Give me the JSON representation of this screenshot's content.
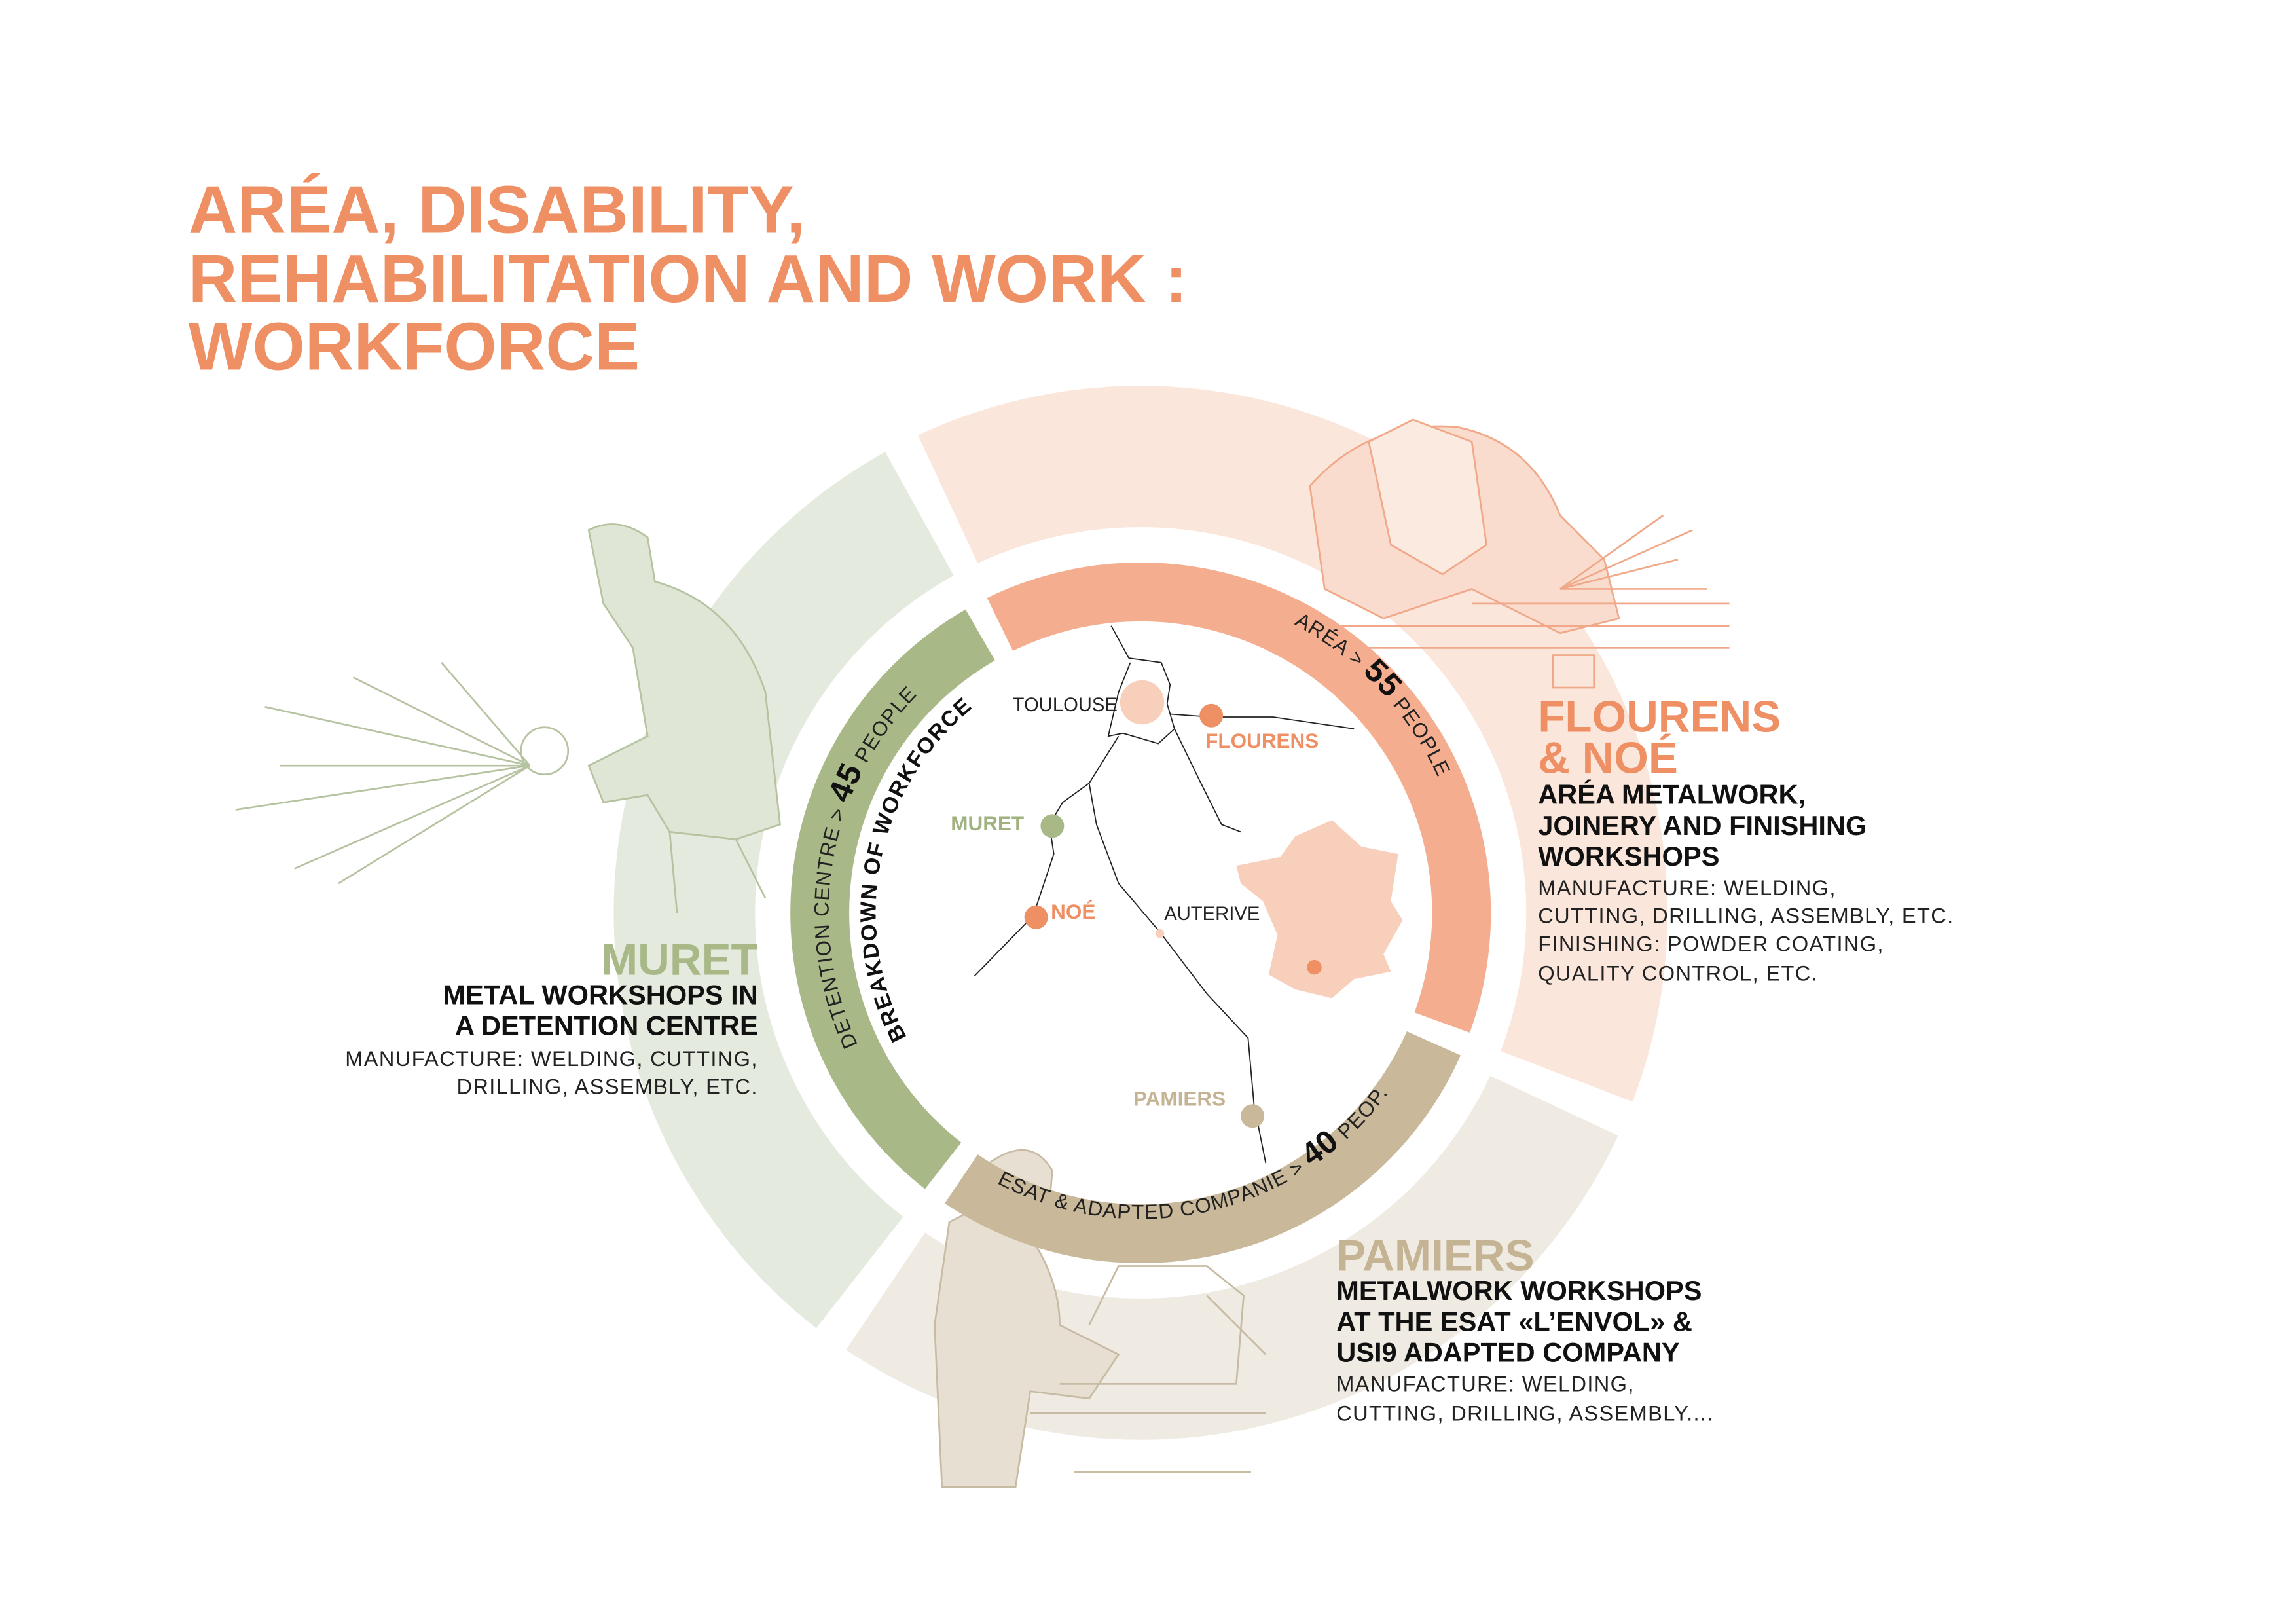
{
  "title": [
    "ARÉA, DISABILITY,",
    "REHABILITATION AND WORK :",
    "WORKFORCE"
  ],
  "colors": {
    "orange": "#ef8f64",
    "orange_ring": "#f4ae8f",
    "orange_pale": "#fbe6dc",
    "green": "#9fb27f",
    "green_ring": "#a8b887",
    "green_pale": "#e4eadd",
    "tan": "#c5b494",
    "tan_ring": "#c9b99a",
    "tan_pale": "#efebe3"
  },
  "rings": {
    "orange": {
      "prefix": "ARÉA > ",
      "number": "55",
      "suffix": " PEOPLE"
    },
    "green": {
      "prefix": "DETENTION CENTRE > ",
      "number": "45",
      "suffix": " PEOPLE"
    },
    "tan": {
      "prefix": "ESAT & ADAPTED COMPANIE > ",
      "number": "40",
      "suffix": " PEOP."
    },
    "inner_label": "BREAKDOWN OF WORKFORCE"
  },
  "map": {
    "toulouse": "TOULOUSE",
    "flourens": "FLOURENS",
    "muret": "MURET",
    "noe": "NOÉ",
    "auterive": "AUTERIVE",
    "pamiers": "PAMIERS"
  },
  "sites": {
    "flourens": {
      "name": [
        "FLOURENS",
        "& NOÉ"
      ],
      "subtitle": [
        "ARÉA METALWORK,",
        "JOINERY AND FINISHING",
        "WORKSHOPS"
      ],
      "description": [
        "MANUFACTURE: WELDING,",
        "CUTTING, DRILLING, ASSEMBLY, ETC.",
        "FINISHING: POWDER COATING,",
        "QUALITY CONTROL, ETC."
      ]
    },
    "muret": {
      "name": [
        "MURET"
      ],
      "subtitle": [
        "METAL WORKSHOPS IN",
        "A DETENTION CENTRE"
      ],
      "description": [
        "MANUFACTURE: WELDING, CUTTING,",
        "DRILLING, ASSEMBLY, ETC."
      ]
    },
    "pamiers": {
      "name": [
        "PAMIERS"
      ],
      "subtitle": [
        "METALWORK WORKSHOPS",
        "AT THE ESAT «L’ENVOL» &",
        "USI9 ADAPTED COMPANY"
      ],
      "description": [
        "MANUFACTURE: WELDING,",
        "CUTTING, DRILLING, ASSEMBLY...."
      ]
    }
  }
}
